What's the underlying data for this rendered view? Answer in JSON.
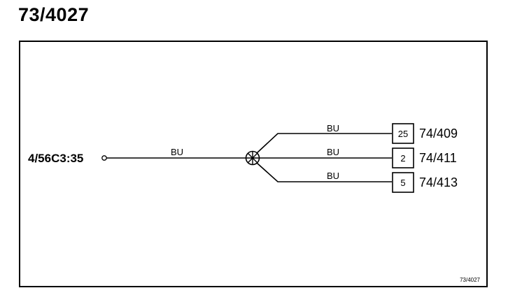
{
  "title": "73/4027",
  "source_connector": "4/56C3:35",
  "main_wire": {
    "color_code": "BU"
  },
  "branches": [
    {
      "wire_color": "BU",
      "pin": "25",
      "destination": "74/409"
    },
    {
      "wire_color": "BU",
      "pin": "2",
      "destination": "74/411"
    },
    {
      "wire_color": "BU",
      "pin": "5",
      "destination": "74/413"
    }
  ],
  "reference": "73/4027"
}
